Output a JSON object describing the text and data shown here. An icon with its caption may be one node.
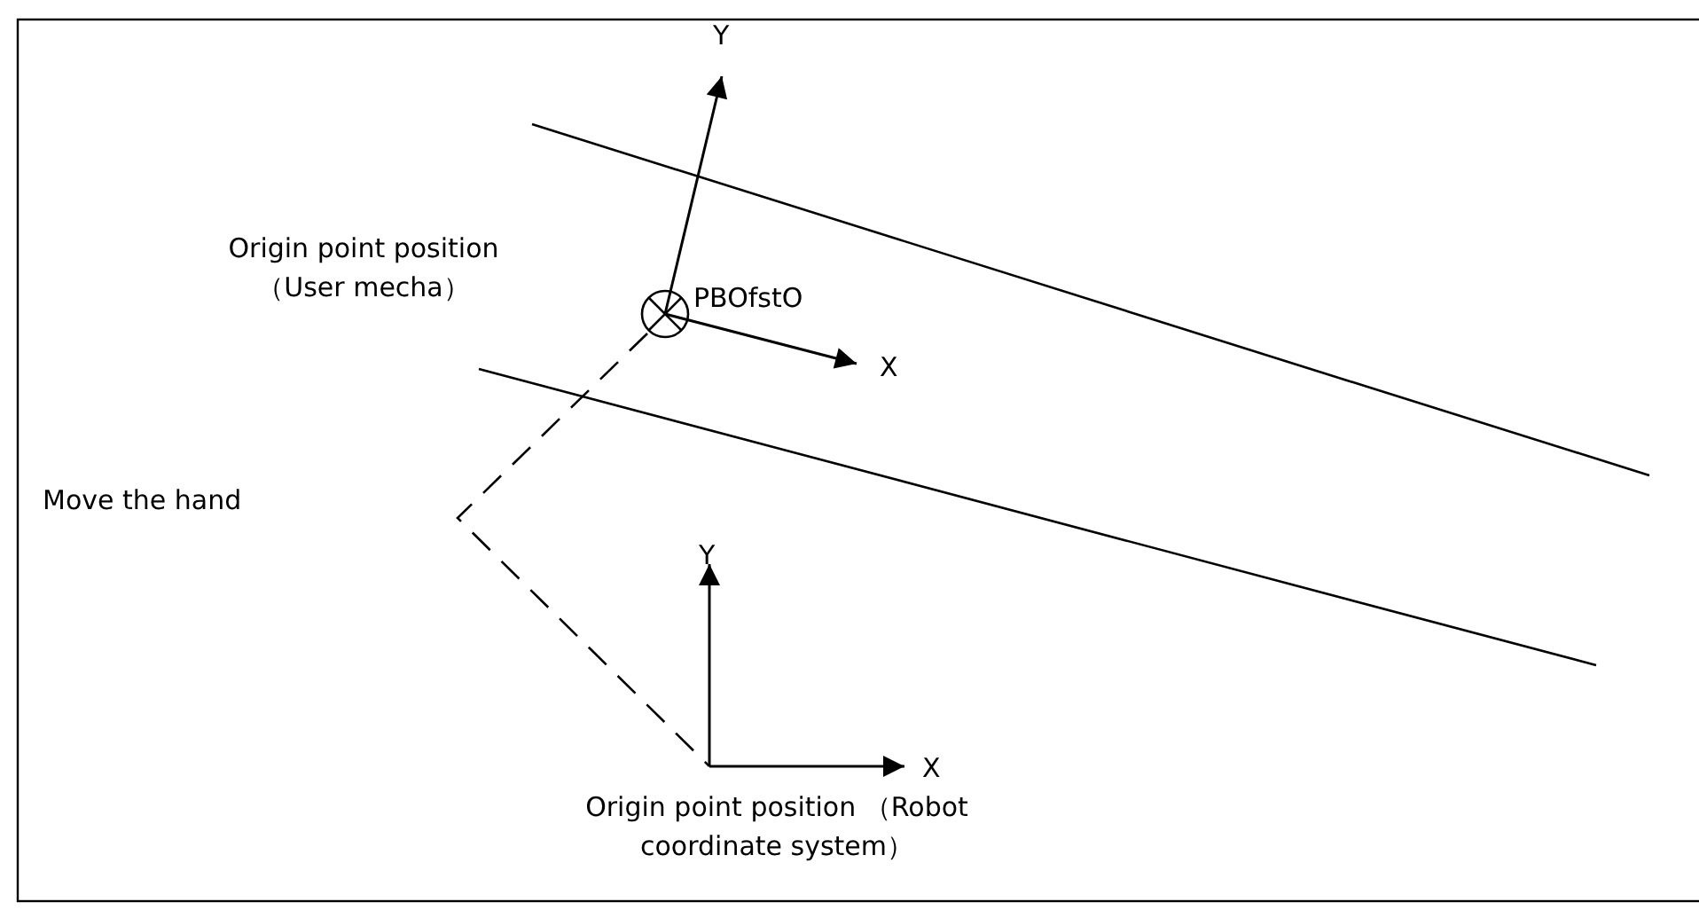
{
  "diagram": {
    "labels": [
      "Y",
      "Origin point position （User mecha）",
      "PBOfstO",
      "X",
      "Move the hand",
      "Y",
      "X",
      "Origin point position （Robot coordinate system）"
    ]
  }
}
